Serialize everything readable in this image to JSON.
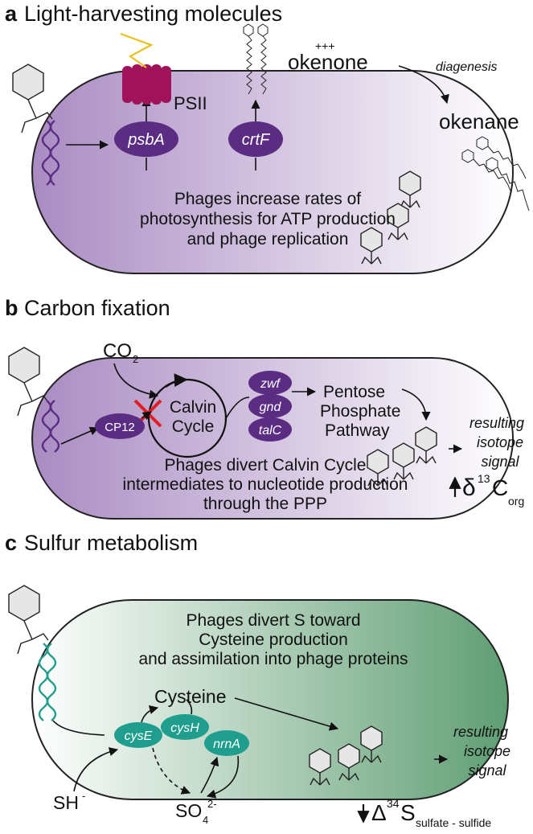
{
  "panels": {
    "a": {
      "letter": "a",
      "title": "Light-harvesting molecules",
      "genes": {
        "psbA": "psbA",
        "crtF": "crtF"
      },
      "psii_label": "PSII",
      "okenone_charge": "+++",
      "okenone": "okenone",
      "diagenesis": "diagenesis",
      "okenane": "okenane",
      "caption": [
        "Phages increase rates of",
        "photosynthesis for ATP production",
        "and phage replication"
      ]
    },
    "b": {
      "letter": "b",
      "title": "Carbon fixation",
      "co2": "CO",
      "co2_sub": "2",
      "calvin": [
        "Calvin",
        "Cycle"
      ],
      "cp12": "CP12",
      "genes": [
        "zwf",
        "gnd",
        "talC"
      ],
      "ppp": [
        "Pentose",
        "Phosphate",
        "Pathway"
      ],
      "resulting": [
        "resulting",
        "isotope",
        "signal"
      ],
      "delta_symbol": "δ",
      "delta_sup": "13",
      "delta_c": "C",
      "delta_sub": "org",
      "caption": [
        "Phages divert Calvin Cycle",
        "intermediates to nucleotide production",
        "through the PPP"
      ]
    },
    "c": {
      "letter": "c",
      "title": "Sulfur metabolism",
      "caption": [
        "Phages divert S toward",
        "Cysteine production",
        "and assimilation into phage proteins"
      ],
      "cysteine": "Cysteine",
      "genes": [
        "cysE",
        "cysH",
        "nrnA"
      ],
      "sh": "SH",
      "sh_sup": "-",
      "so4": "SO",
      "so4_sub": "4",
      "so4_sup": "2-",
      "resulting": [
        "resulting",
        "isotope",
        "signal"
      ],
      "delta_symbol": "Δ",
      "delta_sup": "34",
      "delta_s": "S",
      "delta_sub": "sulfate - sulfide"
    }
  },
  "colors": {
    "purple_cell": "#a98bc2",
    "purple_gene": "#5a2d83",
    "psii": "#a0135a",
    "lightning": "#e8c21a",
    "green_cell": "#5f9e73",
    "teal_gene": "#1f9d8d",
    "red_x": "#e51c24"
  }
}
